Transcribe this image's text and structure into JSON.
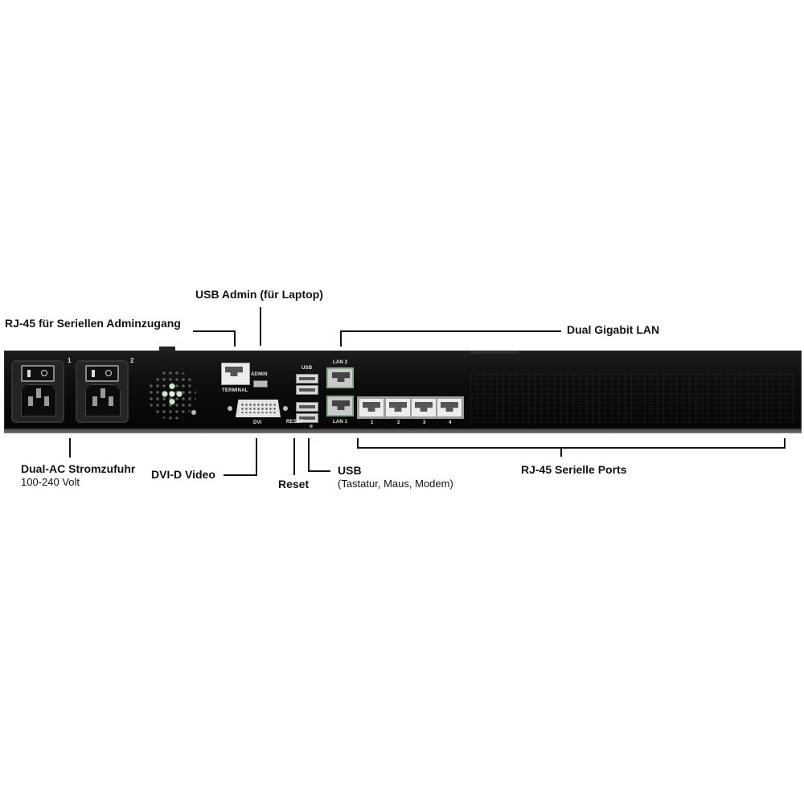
{
  "callouts": {
    "usb_admin": "USB Admin (für Laptop)",
    "rj45_serial_admin": "RJ-45 für Seriellen Adminzugang",
    "dual_gigabit_lan": "Dual Gigabit LAN",
    "dual_ac_title": "Dual-AC Stromzufuhr",
    "dual_ac_sub": "100-240 Volt",
    "dvi_d_video": "DVI-D Video",
    "reset": "Reset",
    "usb_title": "USB",
    "usb_sub": "(Tastatur, Maus, Modem)",
    "rj45_serial_ports": "RJ-45 Serielle Ports"
  },
  "panel_labels": {
    "inlet1": "1",
    "inlet2": "2",
    "admin": "ADMIN",
    "terminal": "TERMINAL",
    "dvi": "DVI",
    "usb": "USB",
    "reset": "RESET",
    "lan2": "LAN 2",
    "lan1": "LAN 1",
    "port1": "1",
    "port2": "2",
    "port3": "3",
    "port4": "4"
  }
}
